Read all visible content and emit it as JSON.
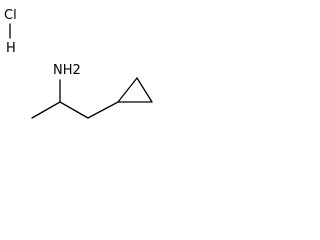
{
  "molecule": {
    "labels": {
      "hydrogen_chloride_cl": "Cl",
      "hydrogen_chloride_h": "H",
      "amine": "NH2"
    },
    "colors": {
      "bond": "#000000",
      "text": "#000000",
      "background": "#ffffff"
    }
  }
}
